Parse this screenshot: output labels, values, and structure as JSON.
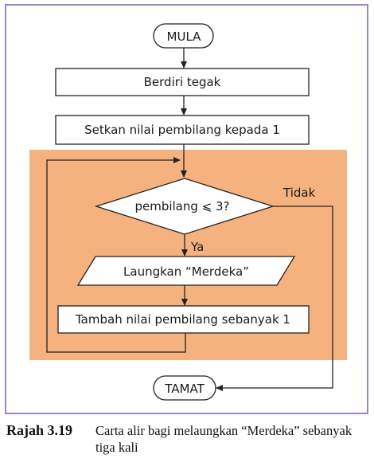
{
  "colors": {
    "frame": "#9b86c2",
    "loop_panel": "#f6b27e",
    "box_fill": "#ffffff",
    "stroke": "#222222"
  },
  "flowchart": {
    "start": "MULA",
    "step1": "Berdiri tegak",
    "step2": "Setkan nilai pembilang kepada 1",
    "decision": "pembilang ⩽ 3?",
    "yes_label": "Ya",
    "no_label": "Tidak",
    "output": "Laungkan “Merdeka”",
    "step3": "Tambah nilai pembilang sebanyak 1",
    "end": "TAMAT"
  },
  "caption": {
    "number": "Rajah 3.19",
    "text": "Carta alir bagi melaungkan “Merdeka” sebanyak tiga kali"
  }
}
